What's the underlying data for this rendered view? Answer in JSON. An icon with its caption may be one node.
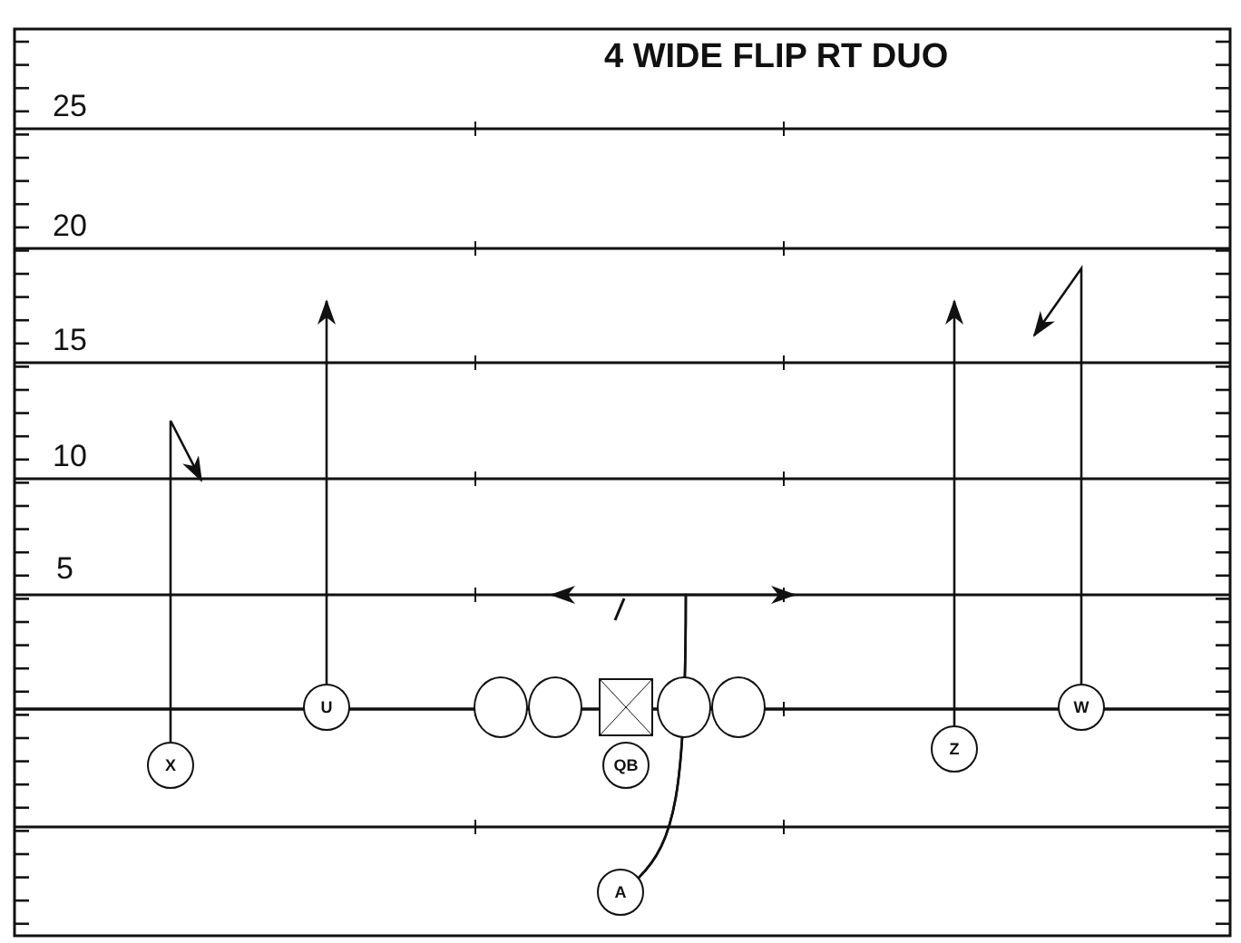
{
  "diagram": {
    "title": "4 WIDE FLIP RT DUO",
    "nodes": [
      {
        "text": [
          "U"
        ]
      },
      {
        "text": [],
        "shape": "circle"
      },
      {
        "text": [],
        "shape": "circle"
      },
      {
        "text": [],
        "shape": "box"
      },
      {
        "text": [],
        "shape": "circle"
      },
      {
        "text": [],
        "shape": "circle"
      },
      {
        "text": [
          "W"
        ]
      },
      {
        "text": [
          "X"
        ]
      },
      {
        "text": [
          "QB"
        ]
      },
      {
        "text": [
          "Z"
        ]
      },
      {
        "text": [
          "A"
        ]
      }
    ],
    "edges": [
      {
        "from": 7,
        "to": null,
        "arrow": "to"
      },
      {
        "from": 0,
        "to": null,
        "arrow": "to"
      },
      {
        "from": 9,
        "to": null,
        "arrow": "to"
      },
      {
        "from": 6,
        "to": null,
        "arrow": "to"
      },
      {
        "from": 10,
        "to": null,
        "arrow": "to"
      },
      {
        "from": 10,
        "to": null,
        "arrow": "to"
      }
    ],
    "labels": [
      "25",
      "20",
      "15",
      "10",
      "5"
    ]
  }
}
